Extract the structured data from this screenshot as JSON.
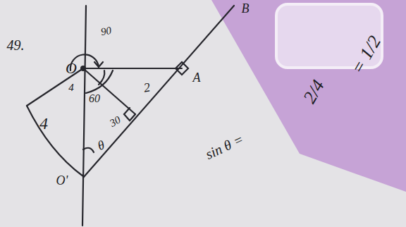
{
  "diagram": {
    "labels": [
      "49.",
      "B",
      "A",
      "O",
      "90",
      "4",
      "60",
      "2",
      "30",
      "θ",
      "4",
      "O'",
      "sin θ =",
      "2/4",
      "= 1/2"
    ]
  }
}
